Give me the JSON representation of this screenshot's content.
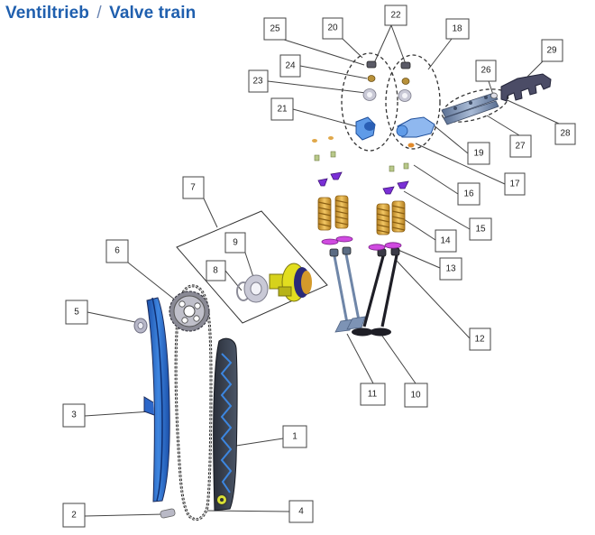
{
  "title": {
    "de": "Ventiltrieb",
    "separator": "/",
    "en": "Valve train"
  },
  "colors": {
    "title_blue": "#1f5fae",
    "guide_blue": "#2f6fd1",
    "spring_gold": "#d9a63a",
    "retainer_purple": "#7a2fd6",
    "seat_magenta": "#d04be0",
    "follower_blue": "#5f9be8",
    "valve_dark": "#1e1e26",
    "valve_steel": "#6f86a8",
    "shim_orange": "#e08a2c",
    "keeper_green": "#b9c98a"
  },
  "parts": [
    {
      "id": "1",
      "component": "chain-guide-rail-fixed"
    },
    {
      "id": "2",
      "component": "guide-pin"
    },
    {
      "id": "3",
      "component": "chain-tensioner-rail"
    },
    {
      "id": "4",
      "component": "timing-chain"
    },
    {
      "id": "5",
      "component": "tensioner-washer"
    },
    {
      "id": "6",
      "component": "camshaft-sprocket"
    },
    {
      "id": "7",
      "component": "decompressor-assembly-box"
    },
    {
      "id": "8",
      "component": "circlip"
    },
    {
      "id": "9",
      "component": "bearing"
    },
    {
      "id": "10",
      "component": "exhaust-valve"
    },
    {
      "id": "11",
      "component": "intake-valve"
    },
    {
      "id": "12",
      "component": "valve-stem-seal"
    },
    {
      "id": "13",
      "component": "spring-seat"
    },
    {
      "id": "14",
      "component": "valve-spring"
    },
    {
      "id": "15",
      "component": "spring-retainer"
    },
    {
      "id": "16",
      "component": "valve-keepers"
    },
    {
      "id": "17",
      "component": "shim"
    },
    {
      "id": "18",
      "component": "exhaust-rocker-group"
    },
    {
      "id": "19",
      "component": "exhaust-rocker-arm"
    },
    {
      "id": "20",
      "component": "intake-rocker-group"
    },
    {
      "id": "21",
      "component": "intake-rocker-arm"
    },
    {
      "id": "22",
      "component": "adjuster-screw"
    },
    {
      "id": "23",
      "component": "rocker-washer"
    },
    {
      "id": "24",
      "component": "adjuster-nut"
    },
    {
      "id": "25",
      "component": "rocker-spacer"
    },
    {
      "id": "26",
      "component": "rocker-shaft-group"
    },
    {
      "id": "27",
      "component": "rocker-shaft"
    },
    {
      "id": "28",
      "component": "shaft-pin"
    },
    {
      "id": "29",
      "component": "camshaft-holder"
    }
  ]
}
